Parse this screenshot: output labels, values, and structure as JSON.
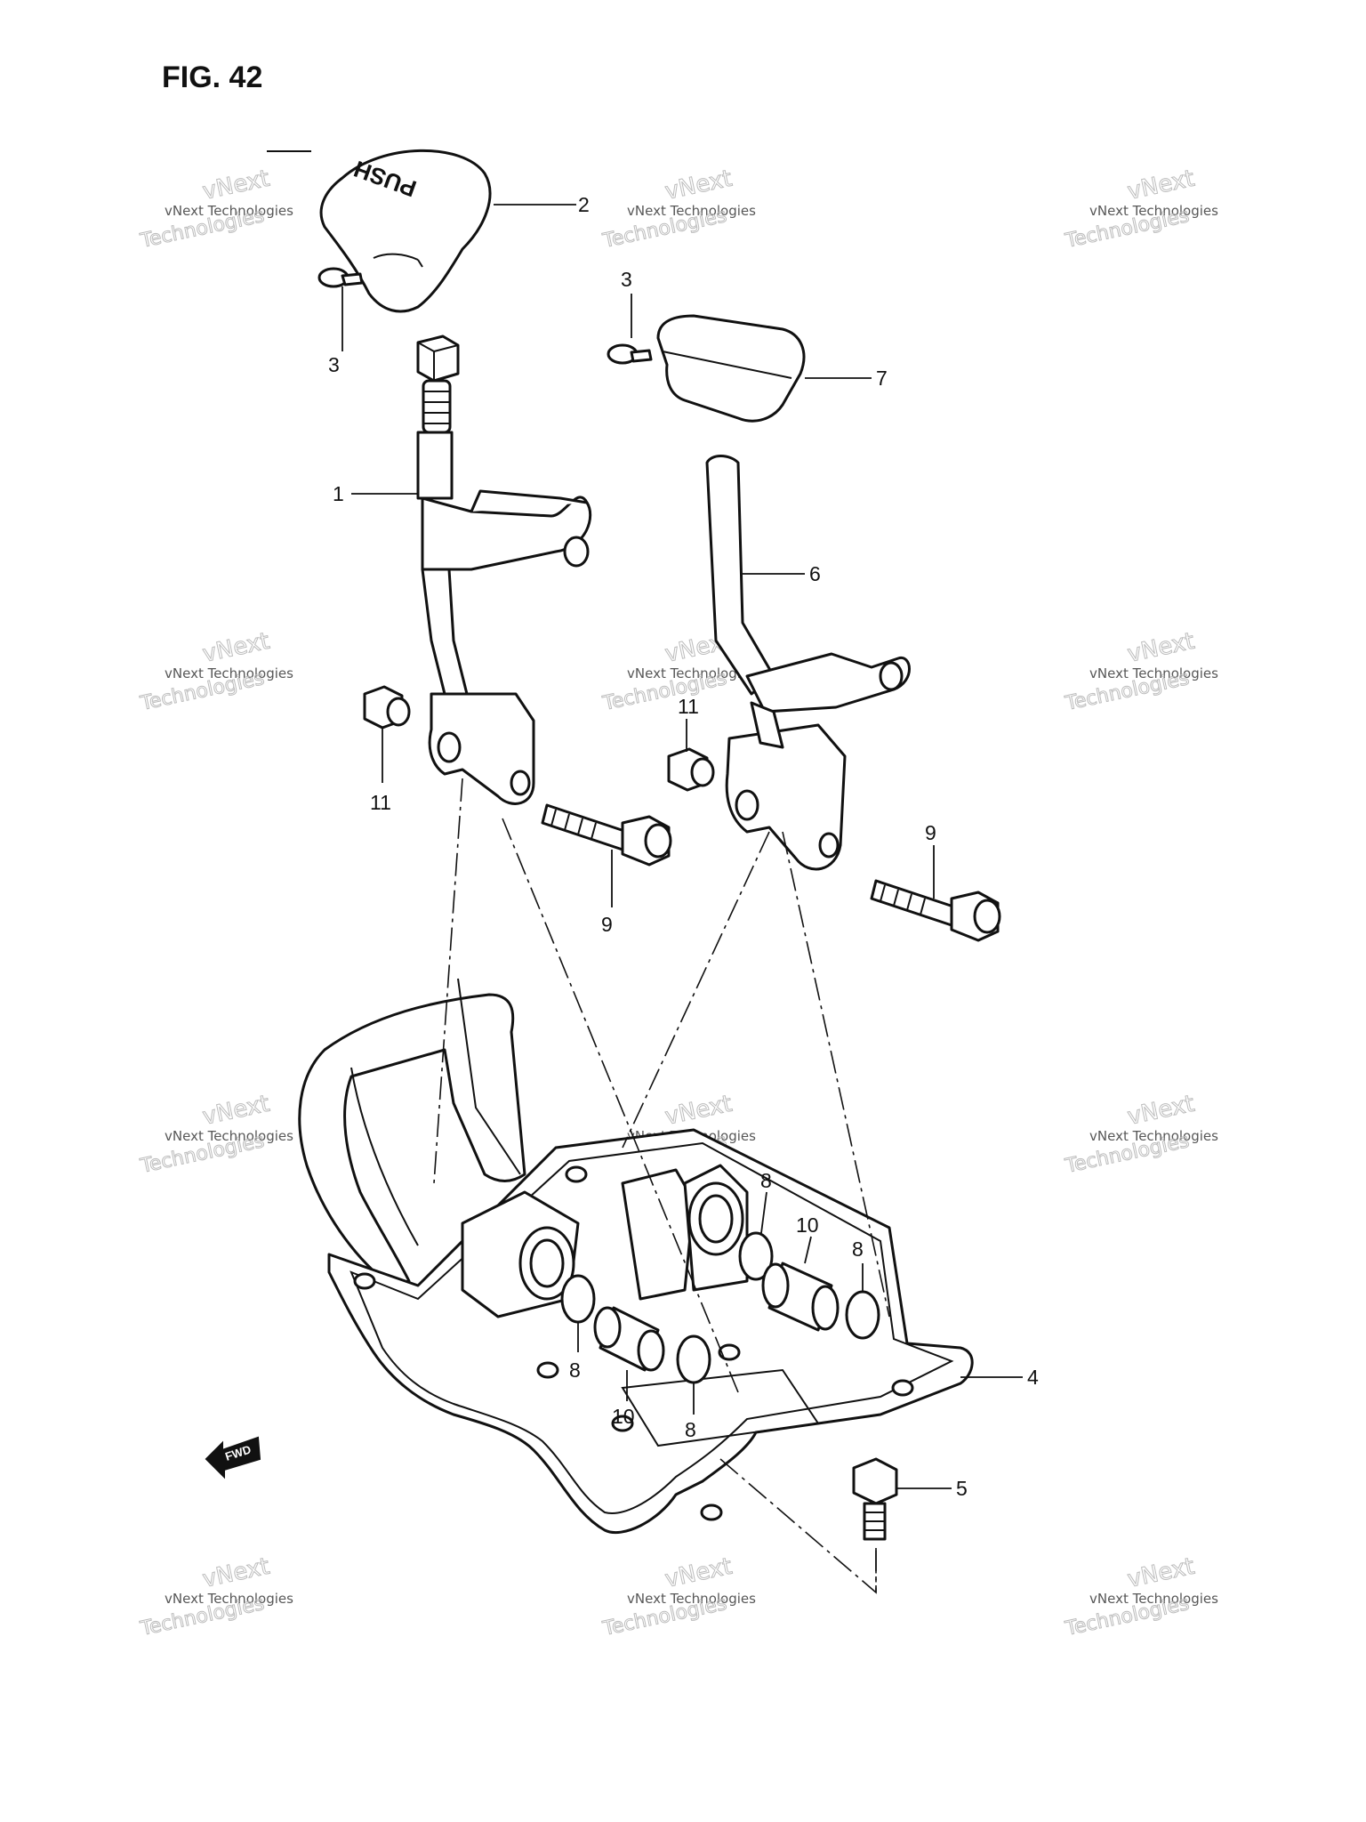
{
  "figure": {
    "title": "FIG. 42"
  },
  "knob_text": "PUSH",
  "fwd_text": "FWD",
  "watermark": {
    "line1": "vNext Technologies",
    "line2": "vNext",
    "line3": "Technologies"
  },
  "callouts": {
    "c1": "1",
    "c2": "2",
    "c3a": "3",
    "c3b": "3",
    "c4": "4",
    "c5": "5",
    "c6": "6",
    "c7": "7",
    "c8a": "8",
    "c8b": "8",
    "c8c": "8",
    "c8d": "8",
    "c9a": "9",
    "c9b": "9",
    "c10a": "10",
    "c10b": "10",
    "c11a": "11",
    "c11b": "11"
  }
}
